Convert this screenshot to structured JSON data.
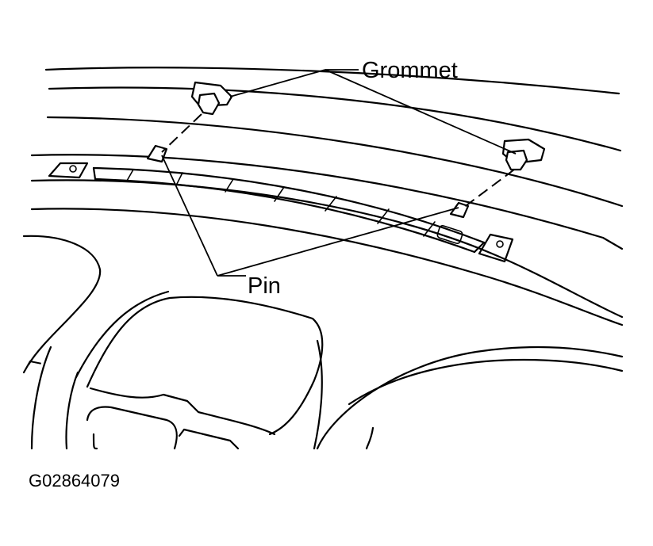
{
  "labels": {
    "grommet": "Grommet",
    "pin": "Pin"
  },
  "figure_id": "G02864079"
}
